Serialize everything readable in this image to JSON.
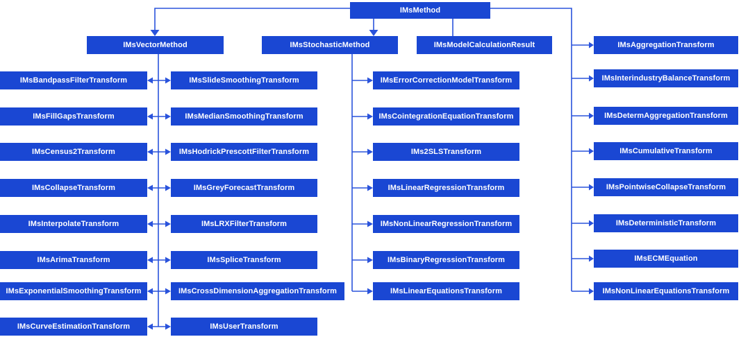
{
  "colors": {
    "node_fill": "#1a47d3",
    "node_text": "#ffffff",
    "connector": "#2a53dc",
    "background": "#ffffff"
  },
  "nodes": {
    "root": "IMsMethod",
    "level2": [
      "IMsVectorMethod",
      "IMsStochasticMethod",
      "IMsModelCalculationResult"
    ],
    "vector_children_left": [
      "IMsBandpassFilterTransform",
      "IMsFillGapsTransform",
      "IMsCensus2Transform",
      "IMsCollapseTransform",
      "IMsInterpolateTransform",
      "IMsArimaTransform",
      "IMsExponentialSmoothingTransform",
      "IMsCurveEstimationTransform"
    ],
    "vector_children_right": [
      "IMsSlideSmoothingTransform",
      "IMsMedianSmoothingTransform",
      "IMsHodrickPrescottFilterTransform",
      "IMsGreyForecastTransform",
      "IMsLRXFilterTransform",
      "IMsSpliceTransform",
      "IMsCrossDimensionAggregationTransform",
      "IMsUserTransform"
    ],
    "stochastic_children": [
      "IMsErrorCorrectionModelTransform",
      "IMsCointegrationEquationTransform",
      "IMs2SLSTransform",
      "IMsLinearRegressionTransform",
      "IMsNonLinearRegressionTransform",
      "IMsBinaryRegressionTransform",
      "IMsLinearEquationsTransform"
    ],
    "method_children_right": [
      "IMsAggregationTransform",
      "IMsInterindustryBalanceTransform",
      "IMsDetermAggregationTransform",
      "IMsCumulativeTransform",
      "IMsPointwiseCollapseTransform",
      "IMsDeterministicTransform",
      "IMsECMEquation",
      "IMsNonLinearEquationsTransform"
    ]
  }
}
